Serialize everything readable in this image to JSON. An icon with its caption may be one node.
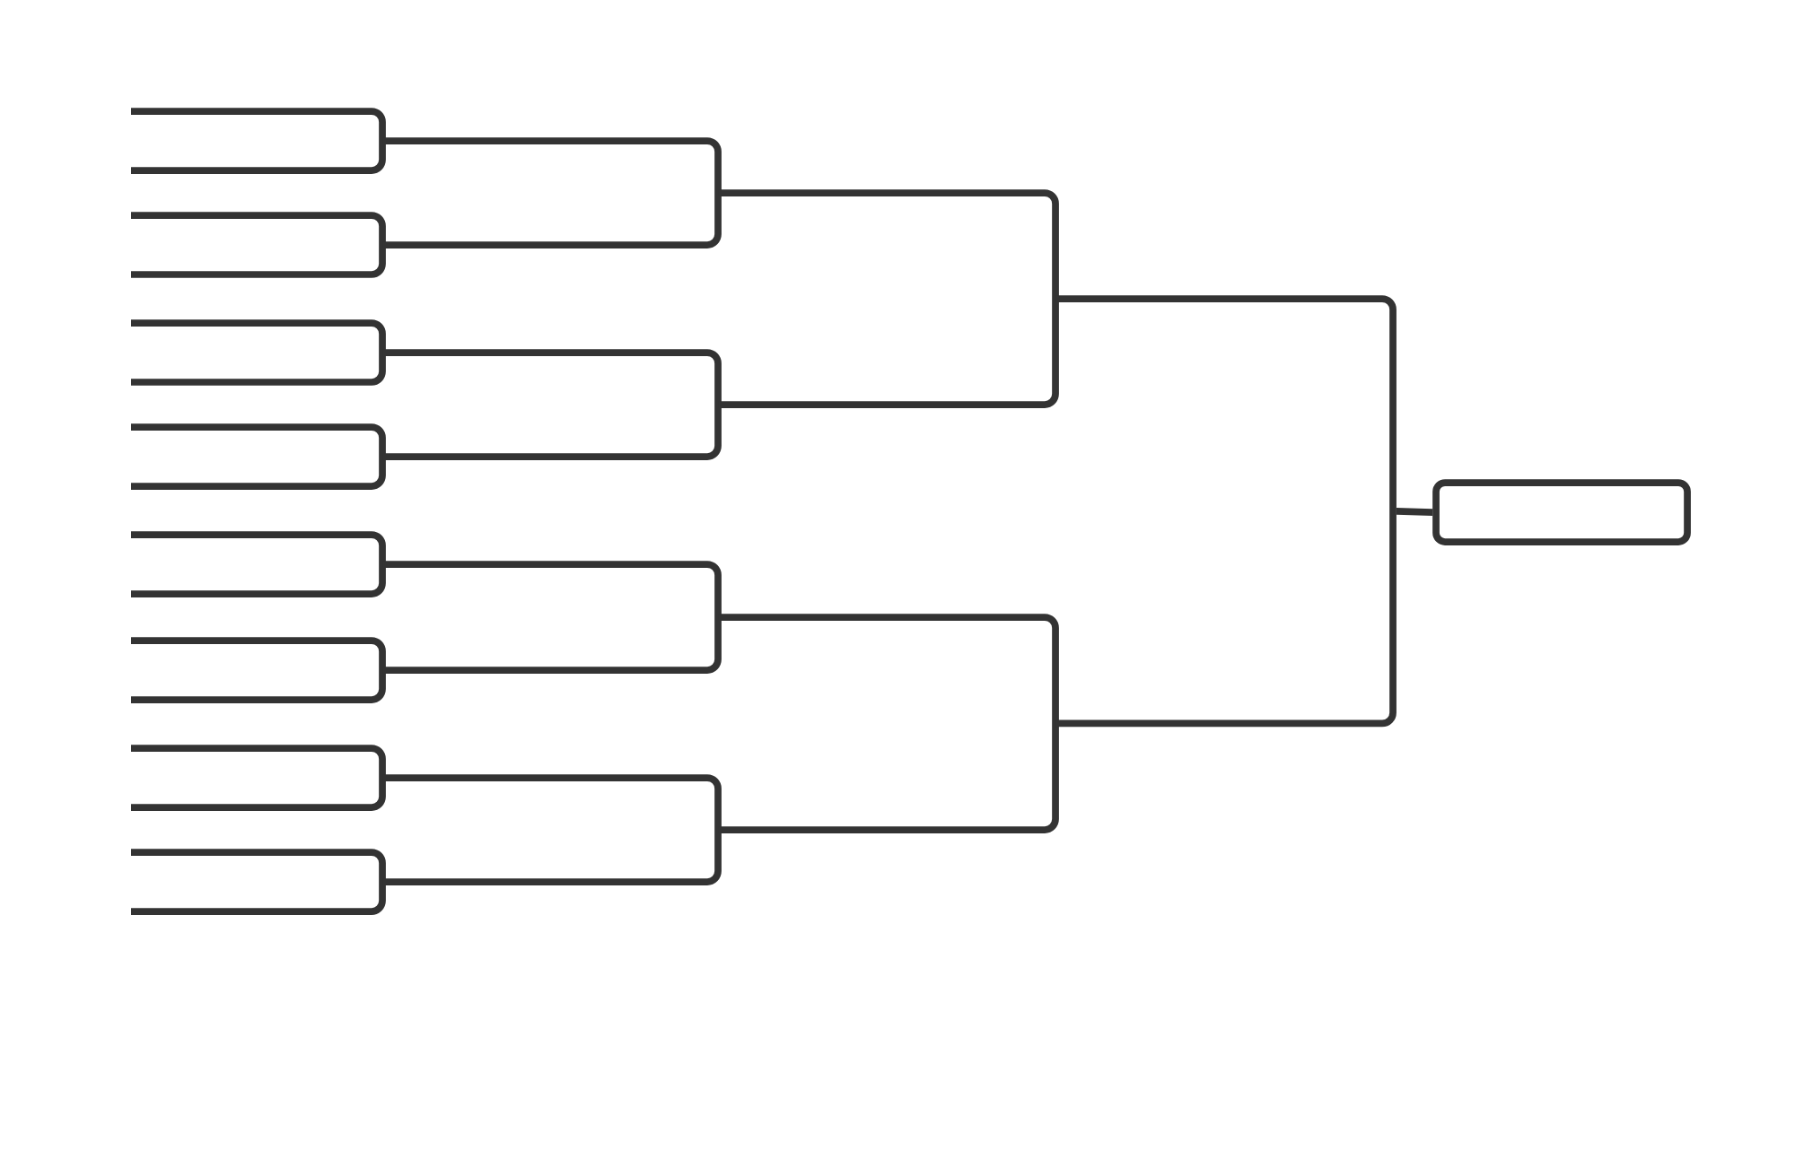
{
  "diagram": {
    "nodes": [
      {
        "text": [],
        "shape": "bracket"
      },
      {
        "text": [],
        "shape": "bracket"
      },
      {
        "text": [],
        "shape": "bracket"
      },
      {
        "text": [],
        "shape": "bracket"
      },
      {
        "text": [],
        "shape": "bracket"
      },
      {
        "text": [],
        "shape": "bracket"
      },
      {
        "text": [],
        "shape": "bracket"
      },
      {
        "text": [],
        "shape": "bracket"
      },
      {
        "text": [],
        "shape": "bracket"
      },
      {
        "text": [],
        "shape": "bracket"
      },
      {
        "text": [],
        "shape": "bracket"
      },
      {
        "text": [],
        "shape": "bracket"
      },
      {
        "text": [],
        "shape": "bracket"
      },
      {
        "text": [],
        "shape": "bracket"
      },
      {
        "text": [],
        "shape": "bracket"
      },
      {
        "text": [],
        "shape": "box"
      }
    ],
    "edges": [
      {
        "from": 14,
        "to": 15,
        "arrow": "none"
      }
    ]
  }
}
